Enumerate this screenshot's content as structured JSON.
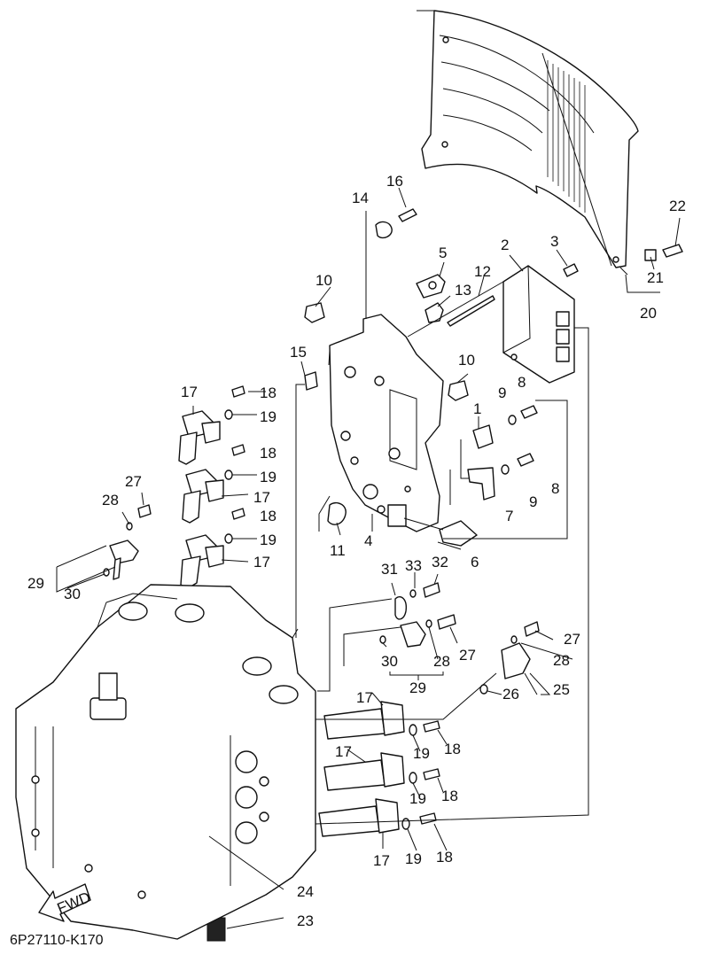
{
  "diagram_code": "6P27110-K170",
  "fwd_label": "FWD",
  "callouts": [
    {
      "id": "c1",
      "text": "1"
    },
    {
      "id": "c2",
      "text": "2"
    },
    {
      "id": "c3",
      "text": "3"
    },
    {
      "id": "c4",
      "text": "4"
    },
    {
      "id": "c5",
      "text": "5"
    },
    {
      "id": "c6",
      "text": "6"
    },
    {
      "id": "c7",
      "text": "7"
    },
    {
      "id": "c8a",
      "text": "8"
    },
    {
      "id": "c8b",
      "text": "8"
    },
    {
      "id": "c9a",
      "text": "9"
    },
    {
      "id": "c9b",
      "text": "9"
    },
    {
      "id": "c10a",
      "text": "10"
    },
    {
      "id": "c10b",
      "text": "10"
    },
    {
      "id": "c11",
      "text": "11"
    },
    {
      "id": "c12",
      "text": "12"
    },
    {
      "id": "c13",
      "text": "13"
    },
    {
      "id": "c14",
      "text": "14"
    },
    {
      "id": "c15",
      "text": "15"
    },
    {
      "id": "c16",
      "text": "16"
    },
    {
      "id": "c17a",
      "text": "17"
    },
    {
      "id": "c17b",
      "text": "17"
    },
    {
      "id": "c17c",
      "text": "17"
    },
    {
      "id": "c17d",
      "text": "17"
    },
    {
      "id": "c17e",
      "text": "17"
    },
    {
      "id": "c17f",
      "text": "17"
    },
    {
      "id": "c18a",
      "text": "18"
    },
    {
      "id": "c18b",
      "text": "18"
    },
    {
      "id": "c18c",
      "text": "18"
    },
    {
      "id": "c18d",
      "text": "18"
    },
    {
      "id": "c18e",
      "text": "18"
    },
    {
      "id": "c18f",
      "text": "18"
    },
    {
      "id": "c19a",
      "text": "19"
    },
    {
      "id": "c19b",
      "text": "19"
    },
    {
      "id": "c19c",
      "text": "19"
    },
    {
      "id": "c19d",
      "text": "19"
    },
    {
      "id": "c19e",
      "text": "19"
    },
    {
      "id": "c19f",
      "text": "19"
    },
    {
      "id": "c20",
      "text": "20"
    },
    {
      "id": "c21",
      "text": "21"
    },
    {
      "id": "c22",
      "text": "22"
    },
    {
      "id": "c23",
      "text": "23"
    },
    {
      "id": "c24",
      "text": "24"
    },
    {
      "id": "c25",
      "text": "25"
    },
    {
      "id": "c26",
      "text": "26"
    },
    {
      "id": "c27a",
      "text": "27"
    },
    {
      "id": "c27b",
      "text": "27"
    },
    {
      "id": "c27c",
      "text": "27"
    },
    {
      "id": "c28a",
      "text": "28"
    },
    {
      "id": "c28b",
      "text": "28"
    },
    {
      "id": "c28c",
      "text": "28"
    },
    {
      "id": "c29a",
      "text": "29"
    },
    {
      "id": "c29b",
      "text": "29"
    },
    {
      "id": "c30a",
      "text": "30"
    },
    {
      "id": "c30b",
      "text": "30"
    },
    {
      "id": "c31",
      "text": "31"
    },
    {
      "id": "c32",
      "text": "32"
    },
    {
      "id": "c33",
      "text": "33"
    }
  ]
}
